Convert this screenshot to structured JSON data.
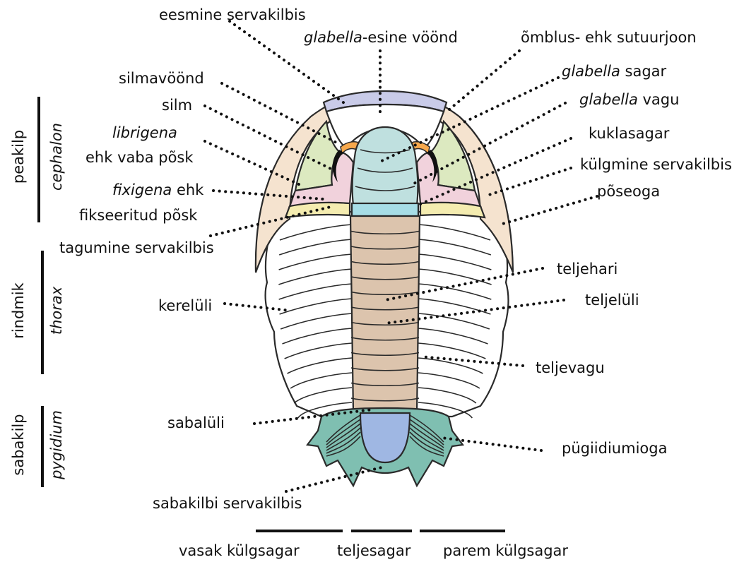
{
  "sections": [
    {
      "id": "head",
      "name": "peakilp",
      "latin": "cephalon"
    },
    {
      "id": "thorax",
      "name": "rindmik",
      "latin": "thorax"
    },
    {
      "id": "tail",
      "name": "sabakilp",
      "latin": "pygidium"
    }
  ],
  "labels": {
    "anterior_border": {
      "text": "eesmine servakilbis"
    },
    "preglabellar_field": {
      "italic": "glabella",
      "text": "-esine vöönd"
    },
    "suture": {
      "text": "õmblus- ehk sutuurjoon"
    },
    "eye_ridge": {
      "text": "silmavöönd"
    },
    "glabella_lobe": {
      "italic": "glabella",
      "text": " sagar"
    },
    "eye": {
      "text": "silm"
    },
    "glabella_furrow": {
      "italic": "glabella",
      "text": " vagu"
    },
    "librigena_1": {
      "italic": "librigena",
      "text": ""
    },
    "occipital_ring": {
      "text": "kuklasagar"
    },
    "librigena_2": {
      "text": "ehk vaba põsk"
    },
    "lateral_border": {
      "text": "külgmine servakilbis"
    },
    "fixigena_1": {
      "italic": "fixigena",
      "text": " ehk"
    },
    "genal_spine": {
      "text": "põseoga"
    },
    "fixigena_2": {
      "text": "fikseeritud põsk"
    },
    "posterior_border": {
      "text": "tagumine servakilbis"
    },
    "axial_spine": {
      "text": "teljehari"
    },
    "pleura": {
      "text": "kerelüli"
    },
    "axial_ring": {
      "text": "teljelüli"
    },
    "axial_furrow": {
      "text": "teljevagu"
    },
    "pygidial_segment": {
      "text": "sabalüli"
    },
    "pygidial_spine": {
      "text": "pügiidiumioga"
    },
    "pygidial_border": {
      "text": "sabakilbi servakilbis"
    }
  },
  "bottom": {
    "left": "vasak külgsagar",
    "middle": "teljesagar",
    "right": "parem külgsagar"
  },
  "colors": {
    "anterior_border": "#c9cbe8",
    "preglabellar_field": "#ffffff",
    "glabella": "#bfe0df",
    "occipital_ring": "#a7dde6",
    "eye_ridge": "#f6a84c",
    "fixigena": "#f1d2dc",
    "librigena": "#dce9c0",
    "border": "#f5e3cf",
    "posterior_border": "#f4ecb0",
    "axis": "#dcc4ad",
    "pleura": "#ffffff",
    "pygidium": "#7fbfb1",
    "pygidium_axis": "#9fb7e3"
  }
}
